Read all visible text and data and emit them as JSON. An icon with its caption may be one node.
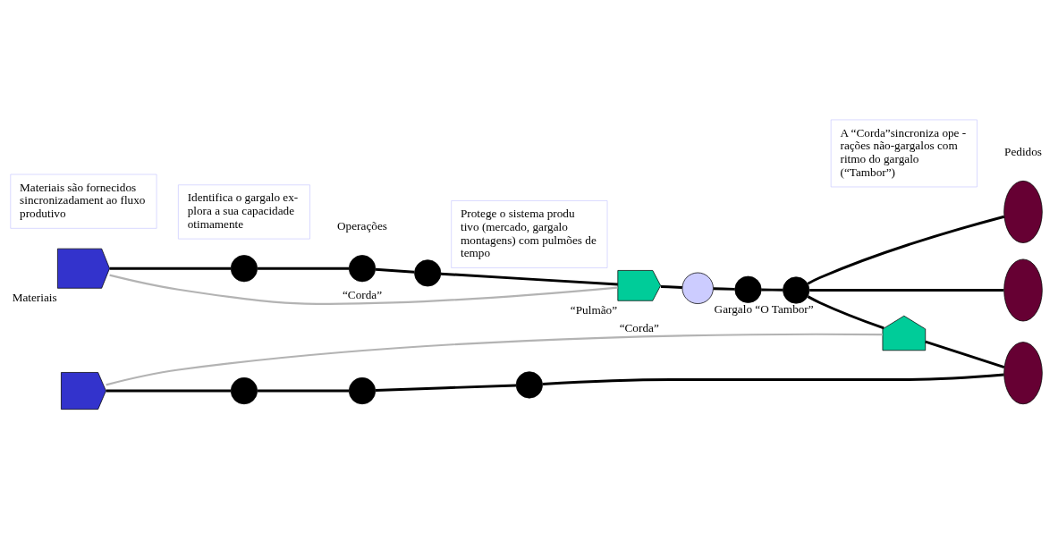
{
  "diagram": {
    "nodes": [
      {
        "text": [
          "Materiais"
        ]
      },
      {
        "text": [],
        "shape": "circle"
      },
      {
        "text": [],
        "shape": "circle"
      },
      {
        "text": [],
        "shape": "circle"
      },
      {
        "text": [
          "“Pulmão”"
        ]
      },
      {
        "text": [
          "Gargalo “O Tambor”"
        ]
      },
      {
        "text": [],
        "shape": "circle"
      },
      {
        "text": [],
        "shape": "circle"
      },
      {
        "text": [],
        "shape": "ellipse"
      },
      {
        "text": [],
        "shape": "ellipse"
      },
      {
        "text": [],
        "shape": "house"
      },
      {
        "text": [],
        "shape": "arrow"
      },
      {
        "text": [],
        "shape": "circle"
      },
      {
        "text": [],
        "shape": "circle"
      },
      {
        "text": [],
        "shape": "circle"
      },
      {
        "text": [],
        "shape": "ellipse"
      },
      {
        "text": [
          "Materiais são fornecidos sincronizadament ao fluxo produtivo"
        ]
      },
      {
        "text": [
          "Identifica o gargalo ex- plora a sua capacidade otimamente"
        ]
      },
      {
        "text": [
          "Protege o sistema produ tivo (mercado, gargalo montagens) com pulmões de tempo"
        ]
      },
      {
        "text": [
          "A “Corda”sincroniza ope - rações não-gargalos com ritmo do gargalo (“Tambor”)"
        ]
      }
    ],
    "edges": [
      {
        "from": 0,
        "to": 1,
        "arrow": "none"
      },
      {
        "from": 1,
        "to": 2,
        "arrow": "none"
      },
      {
        "from": 2,
        "to": 3,
        "arrow": "none"
      },
      {
        "from": 3,
        "to": 4,
        "arrow": "none"
      },
      {
        "from": 4,
        "to": 5,
        "arrow": "none"
      },
      {
        "from": 5,
        "to": 6,
        "arrow": "none"
      },
      {
        "from": 6,
        "to": 7,
        "arrow": "none"
      },
      {
        "from": 7,
        "to": 8,
        "arrow": "none"
      },
      {
        "from": 7,
        "to": 9,
        "arrow": "none"
      },
      {
        "from": 7,
        "to": 10,
        "arrow": "none"
      },
      {
        "from": 11,
        "to": 12,
        "arrow": "none"
      },
      {
        "from": 12,
        "to": 13,
        "arrow": "none"
      },
      {
        "from": 13,
        "to": 14,
        "arrow": "none"
      },
      {
        "from": 14,
        "to": 15,
        "arrow": "none"
      },
      {
        "from": 10,
        "to": 15,
        "arrow": "none"
      },
      {
        "from": 0,
        "to": 4,
        "arrow": "none",
        "label": "“Corda”",
        "color": "#b3b3b3"
      },
      {
        "from": 11,
        "to": 10,
        "arrow": "none",
        "label": "“Corda”",
        "color": "#b3b3b3"
      }
    ],
    "labels": [
      "Operações",
      "Pedidos"
    ]
  }
}
